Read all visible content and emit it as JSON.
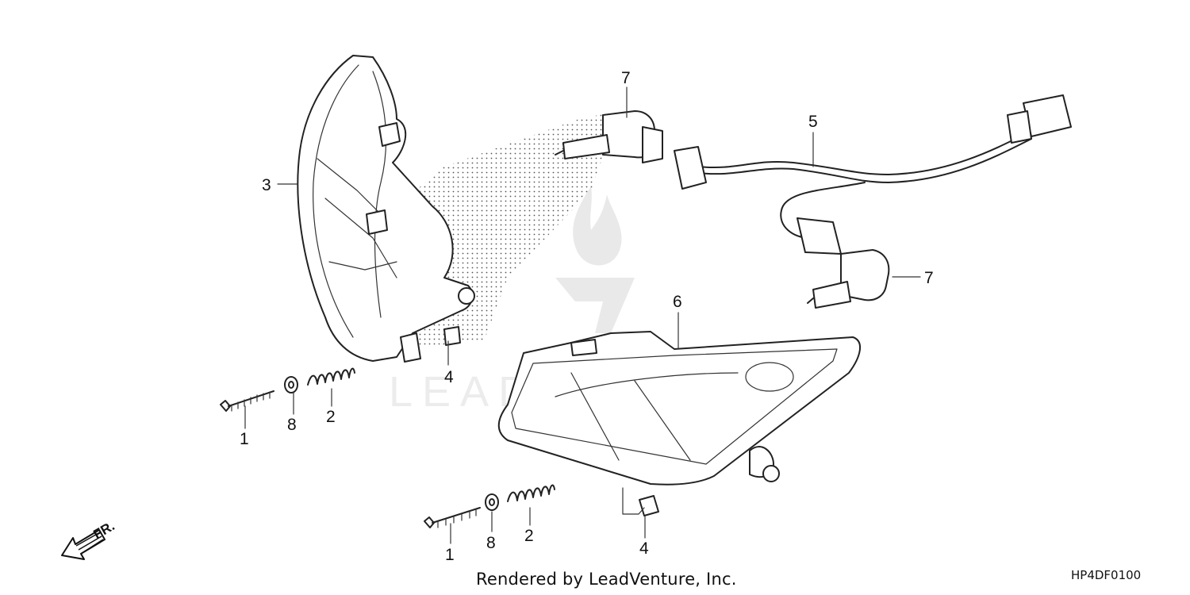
{
  "diagram": {
    "callouts": {
      "c1_left": "1",
      "c1_right": "1",
      "c2_left": "2",
      "c2_right": "2",
      "c3": "3",
      "c4_left": "4",
      "c4_right": "4",
      "c5": "5",
      "c6": "6",
      "c7_top": "7",
      "c7_right": "7",
      "c8_left": "8",
      "c8_right": "8"
    },
    "direction_label": "FR."
  },
  "footer": {
    "credit": "Rendered by LeadVenture, Inc.",
    "code": "HP4DF0100"
  },
  "watermark": {
    "text": "LEADVENTURE"
  }
}
